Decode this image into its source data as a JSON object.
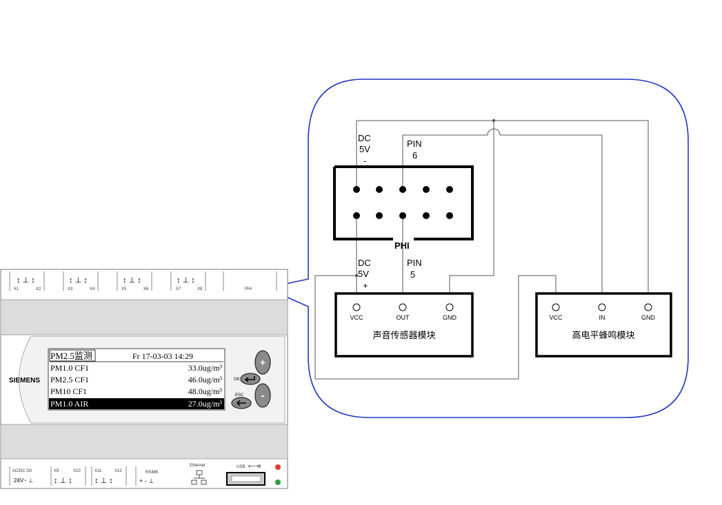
{
  "plc": {
    "brand": "SIEMENS",
    "top_terminals": [
      "X1",
      "X2",
      "X3",
      "X4",
      "X5",
      "X6",
      "X7",
      "X8"
    ],
    "top_port_label": "PHI",
    "lcd": {
      "title": "PM2.5监测",
      "datetime": "Fr 17-03-03 14:29",
      "rows": [
        {
          "label": "PM1.0 CF1",
          "value": "33.0ug/m³"
        },
        {
          "label": "PM2.5 CF1",
          "value": "46.0ug/m³"
        },
        {
          "label": "PM10 CF1",
          "value": "48.0ug/m³"
        },
        {
          "label": "PM1.0 AIR",
          "value": "27.0ug/m³"
        }
      ]
    },
    "buttons": {
      "plus": "+",
      "minus": "-",
      "ok": "OK",
      "esc": "ESC"
    },
    "bottom_terminals": {
      "power_label": "AC/DC G0",
      "power_sub": "24V~ ⊥",
      "x9": "X9",
      "x10": "X10",
      "x11": "X11",
      "x12": "X12",
      "rs485": "RS485",
      "rs485_pins": "+ - ⊥",
      "ethernet": "Ethernet",
      "usb": "USB"
    },
    "colors": {
      "led_red": "#e53935",
      "led_green": "#2e9e3e"
    }
  },
  "wiring": {
    "connector_label": "PHI",
    "top_pin_labels": {
      "dc5v_minus": [
        "DC",
        "5V",
        "-"
      ],
      "pin6": [
        "PIN",
        "6"
      ]
    },
    "bottom_pin_labels": {
      "dc5v_plus": [
        "DC",
        "5V",
        "+"
      ],
      "pin5": [
        "PIN",
        "5"
      ]
    },
    "sound_module": {
      "name": "声音传感器模块",
      "pins": [
        "VCC",
        "OUT",
        "GND"
      ]
    },
    "buzzer_module": {
      "name": "高电平蜂鸣模块",
      "pins": [
        "VCC",
        "IN",
        "GND"
      ]
    },
    "callout_border_color": "#1f35c8"
  }
}
